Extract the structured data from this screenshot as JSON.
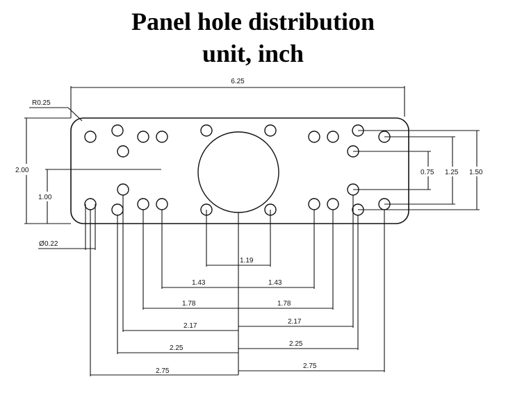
{
  "title": {
    "line1": "Panel hole distribution",
    "line2": "unit, inch"
  },
  "dimensions": {
    "overall_width": "6.25",
    "overall_height": "2.00",
    "half_height": "1.00",
    "corner_radius": "R0.25",
    "hole_diameter": "0.22",
    "diameter_symbol": "Ø",
    "right_spacing": [
      "0.75",
      "1.25",
      "1.50"
    ],
    "center_spacing": "1.19",
    "bottom_rows": [
      {
        "left": "1.43",
        "right": "1.43"
      },
      {
        "left": "1.78",
        "right": "1.78"
      },
      {
        "left": "2.17",
        "right": "2.17"
      },
      {
        "left": "2.25",
        "right": "2.25"
      },
      {
        "left": "2.75",
        "right": "2.75"
      }
    ]
  }
}
